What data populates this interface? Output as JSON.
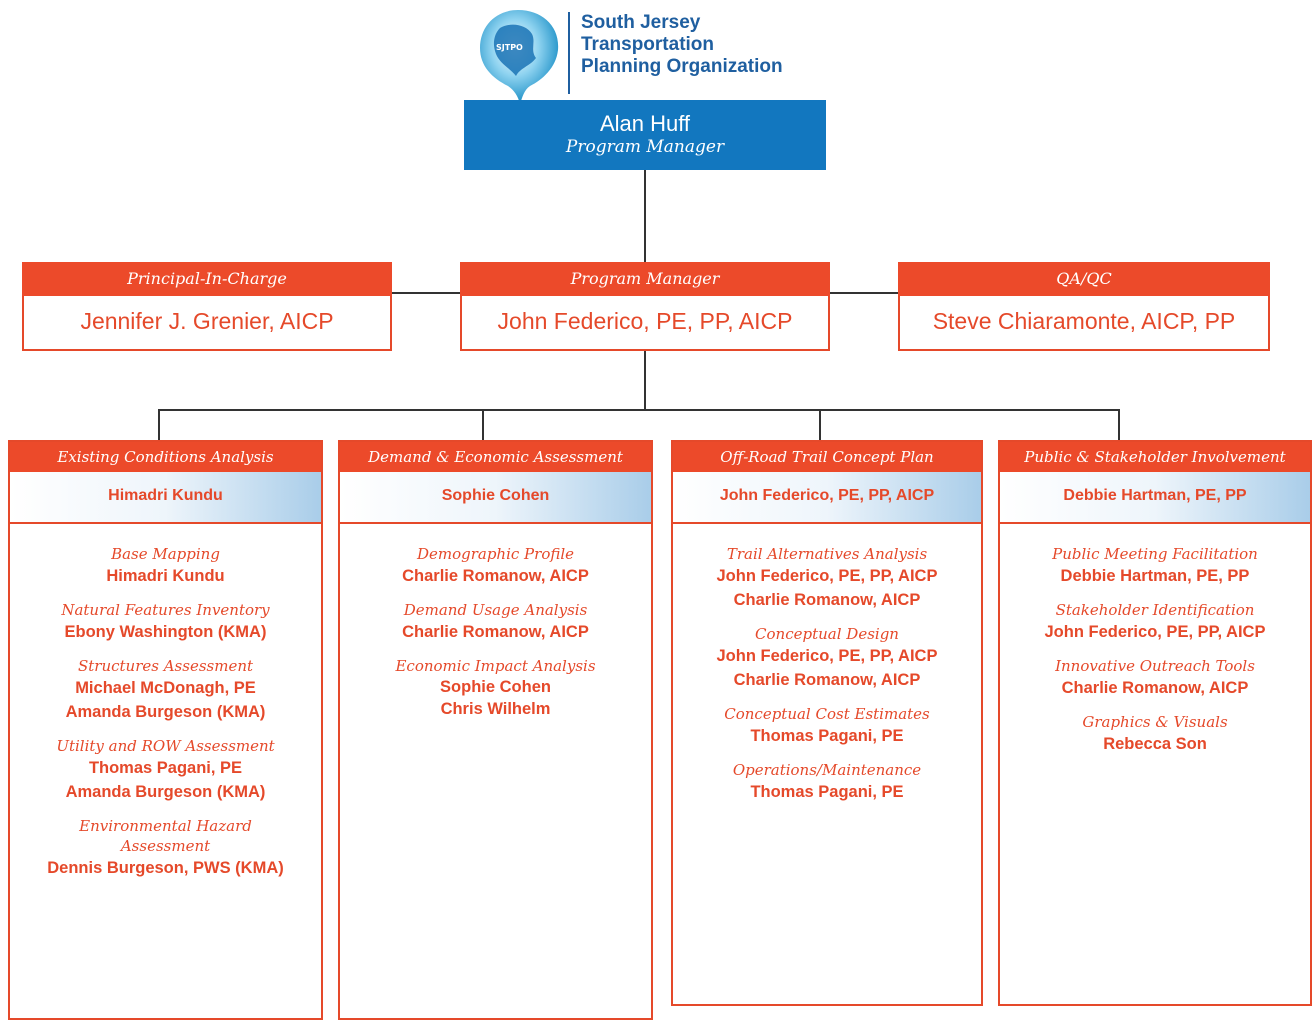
{
  "org": {
    "line1": "South Jersey",
    "line2": "Transportation",
    "line3": "Planning Organization",
    "logo_text": "SJTPO"
  },
  "top": {
    "name": "Alan Huff",
    "role": "Program Manager"
  },
  "second_row": [
    {
      "role": "Principal-In-Charge",
      "name": "Jennifer J. Grenier, AICP"
    },
    {
      "role": "Program Manager",
      "name": "John Federico, PE, PP, AICP"
    },
    {
      "role": "QA/QC",
      "name": "Steve Chiaramonte, AICP, PP"
    }
  ],
  "columns": [
    {
      "header": "Existing Conditions Analysis",
      "lead": "Himadri Kundu",
      "tasks": [
        {
          "title": "Base Mapping",
          "people": [
            "Himadri Kundu"
          ]
        },
        {
          "title": "Natural Features Inventory",
          "people": [
            "Ebony Washington (KMA)"
          ]
        },
        {
          "title": "Structures Assessment",
          "people": [
            "Michael McDonagh, PE",
            "Amanda Burgeson (KMA)"
          ]
        },
        {
          "title": "Utility and ROW Assessment",
          "people": [
            "Thomas Pagani, PE",
            "Amanda Burgeson (KMA)"
          ]
        },
        {
          "title": "Environmental Hazard Assessment",
          "people": [
            "Dennis Burgeson, PWS (KMA)"
          ]
        }
      ]
    },
    {
      "header": "Demand & Economic Assessment",
      "lead": "Sophie Cohen",
      "tasks": [
        {
          "title": "Demographic Profile",
          "people": [
            "Charlie Romanow, AICP"
          ]
        },
        {
          "title": "Demand Usage Analysis",
          "people": [
            "Charlie Romanow, AICP"
          ]
        },
        {
          "title": "Economic Impact Analysis",
          "people": [
            "Sophie Cohen",
            "Chris Wilhelm"
          ]
        }
      ]
    },
    {
      "header": "Off-Road Trail Concept Plan",
      "lead": "John Federico, PE, PP, AICP",
      "tasks": [
        {
          "title": "Trail Alternatives Analysis",
          "people": [
            "John Federico, PE, PP, AICP",
            "Charlie Romanow, AICP"
          ]
        },
        {
          "title": "Conceptual Design",
          "people": [
            "John Federico, PE, PP, AICP",
            "Charlie Romanow, AICP"
          ]
        },
        {
          "title": "Conceptual Cost Estimates",
          "people": [
            "Thomas Pagani, PE"
          ]
        },
        {
          "title": "Operations/Maintenance",
          "people": [
            "Thomas Pagani, PE"
          ]
        }
      ]
    },
    {
      "header": "Public & Stakeholder Involvement",
      "lead": "Debbie Hartman, PE, PP",
      "tasks": [
        {
          "title": "Public Meeting Facilitation",
          "people": [
            "Debbie Hartman, PE, PP"
          ]
        },
        {
          "title": "Stakeholder Identification",
          "people": [
            "John Federico, PE, PP, AICP"
          ]
        },
        {
          "title": "Innovative Outreach Tools",
          "people": [
            "Charlie Romanow, AICP"
          ]
        },
        {
          "title": "Graphics & Visuals",
          "people": [
            "Rebecca Son"
          ]
        }
      ]
    }
  ]
}
